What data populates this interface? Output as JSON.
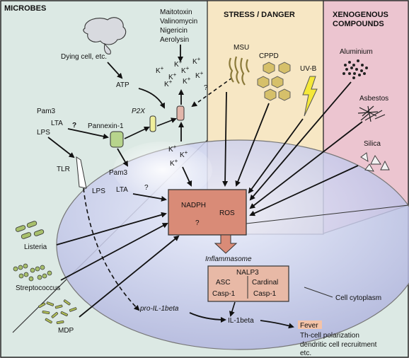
{
  "panels": {
    "microbes": "MICROBES",
    "stress": "STRESS / DANGER",
    "xenogenous_line1": "XENOGENOUS",
    "xenogenous_line2": "COMPOUNDS"
  },
  "microbes": {
    "dying_cell": "Dying cell, etc.",
    "atp": "ATP",
    "toxins": [
      "Maitotoxin",
      "Valinomycin",
      "Nigericin",
      "Aerolysin"
    ],
    "p2x": "P2X",
    "pam3_top": "Pam3",
    "lta_top": "LTA",
    "lps_top": "LPS",
    "question_top": "?",
    "pannexin": "Pannexin-1",
    "tlr": "TLR",
    "pam3_inner": "Pam3",
    "lta_inner": "LTA",
    "lps_inner": "LPS",
    "question_inner": "?",
    "listeria": "Listeria",
    "streptococcus": "Streptococcus",
    "mdp": "MDP"
  },
  "ions": {
    "k": "K",
    "plus": "+",
    "question_msu": "?"
  },
  "stress": {
    "msu": "MSU",
    "cppd": "CPPD",
    "uvb": "UV-B"
  },
  "xeno": {
    "aluminium": "Aluminium",
    "asbestos": "Asbestos",
    "silica": "Silica"
  },
  "nadph_box": {
    "nadph": "NADPH",
    "ros": "ROS",
    "question": "?"
  },
  "inflammasome": {
    "title": "Inflammasome",
    "nalp3": "NALP3",
    "asc": "ASC",
    "cardinal": "Cardinal",
    "casp1_left": "Casp-1",
    "casp1_right": "Casp-1"
  },
  "outputs": {
    "pro_il": "pro-IL-1beta",
    "il": "IL-1beta",
    "fever": "Fever",
    "effects_line1": "Th-cell polarization",
    "effects_line2": "dendritic cell recruitment",
    "effects_line3": "etc."
  },
  "cell_cytoplasm": "Cell cytoplasm",
  "colors": {
    "microbes_bg": "#dce9e4",
    "stress_bg": "#f7e7c4",
    "xeno_bg": "#ecc5d0",
    "cell_fill": "#c3c6e8",
    "nadph_box": "#d98b77",
    "inflammasome_box": "#e8b9a6",
    "fever_highlight": "#f4c3a8",
    "crystal": "#d6c06a",
    "bacteria": "#a8c06c"
  }
}
